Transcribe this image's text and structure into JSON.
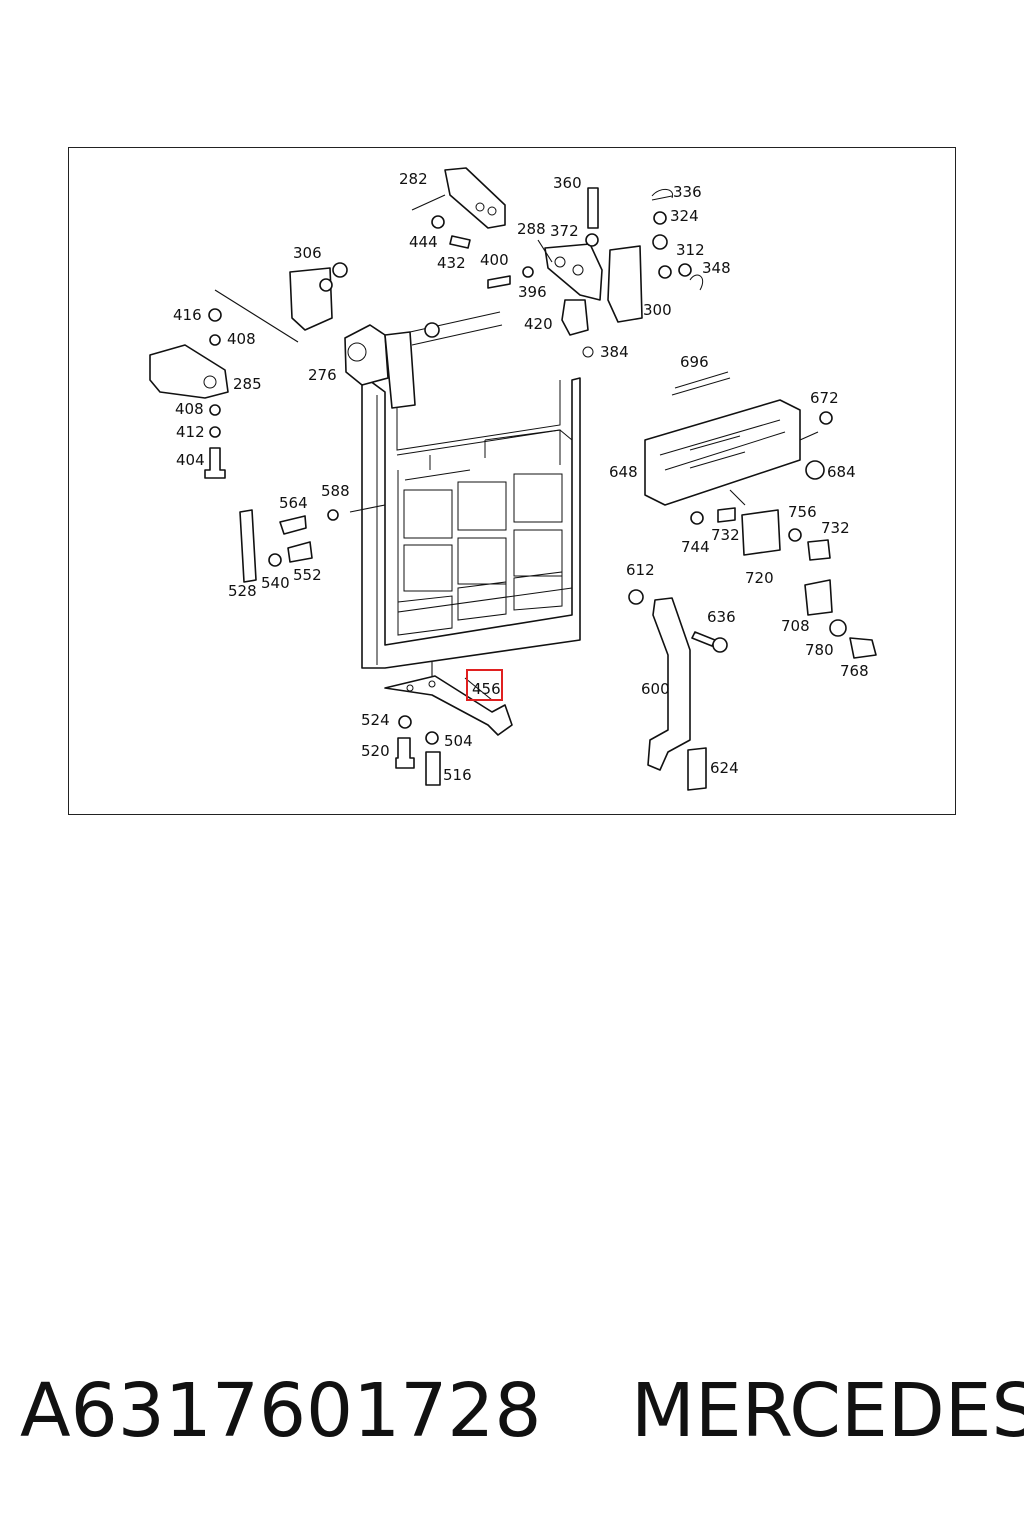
{
  "diagram": {
    "highlighted_part": "456",
    "callouts": [
      {
        "id": "282",
        "text": "282"
      },
      {
        "id": "360",
        "text": "360"
      },
      {
        "id": "336",
        "text": "336"
      },
      {
        "id": "324",
        "text": "324"
      },
      {
        "id": "444",
        "text": "444"
      },
      {
        "id": "432",
        "text": "432"
      },
      {
        "id": "288",
        "text": "288"
      },
      {
        "id": "372",
        "text": "372"
      },
      {
        "id": "312",
        "text": "312"
      },
      {
        "id": "348",
        "text": "348"
      },
      {
        "id": "306",
        "text": "306"
      },
      {
        "id": "400",
        "text": "400"
      },
      {
        "id": "396",
        "text": "396"
      },
      {
        "id": "300",
        "text": "300"
      },
      {
        "id": "416",
        "text": "416"
      },
      {
        "id": "408a",
        "text": "408"
      },
      {
        "id": "420",
        "text": "420"
      },
      {
        "id": "384",
        "text": "384"
      },
      {
        "id": "276",
        "text": "276"
      },
      {
        "id": "285",
        "text": "285"
      },
      {
        "id": "696",
        "text": "696"
      },
      {
        "id": "408b",
        "text": "408"
      },
      {
        "id": "672",
        "text": "672"
      },
      {
        "id": "412",
        "text": "412"
      },
      {
        "id": "404",
        "text": "404"
      },
      {
        "id": "648",
        "text": "648"
      },
      {
        "id": "684",
        "text": "684"
      },
      {
        "id": "564",
        "text": "564"
      },
      {
        "id": "588",
        "text": "588"
      },
      {
        "id": "756",
        "text": "756"
      },
      {
        "id": "732a",
        "text": "732"
      },
      {
        "id": "732b",
        "text": "732"
      },
      {
        "id": "744",
        "text": "744"
      },
      {
        "id": "552",
        "text": "552"
      },
      {
        "id": "540",
        "text": "540"
      },
      {
        "id": "528",
        "text": "528"
      },
      {
        "id": "720",
        "text": "720"
      },
      {
        "id": "612",
        "text": "612"
      },
      {
        "id": "636",
        "text": "636"
      },
      {
        "id": "708",
        "text": "708"
      },
      {
        "id": "780",
        "text": "780"
      },
      {
        "id": "768",
        "text": "768"
      },
      {
        "id": "456",
        "text": "456"
      },
      {
        "id": "600",
        "text": "600"
      },
      {
        "id": "524",
        "text": "524"
      },
      {
        "id": "504",
        "text": "504"
      },
      {
        "id": "520",
        "text": "520"
      },
      {
        "id": "516",
        "text": "516"
      },
      {
        "id": "624",
        "text": "624"
      }
    ]
  },
  "caption": {
    "part_number": "A6317601728",
    "brand": "MERCEDES"
  },
  "colors": {
    "line": "#111111",
    "highlight": "#e02020",
    "background": "#ffffff"
  }
}
